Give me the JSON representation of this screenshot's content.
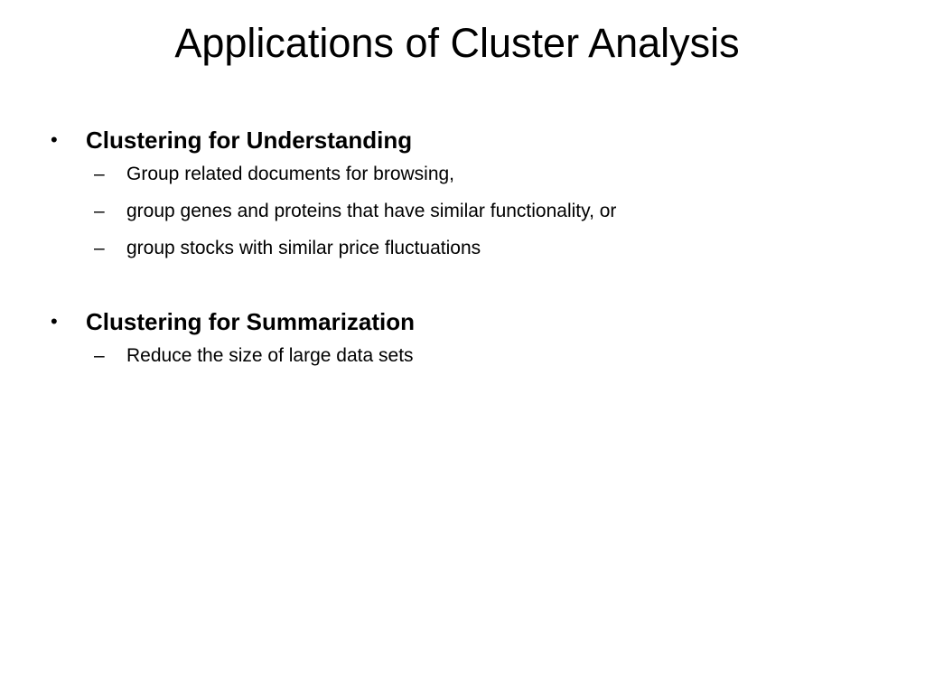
{
  "slide": {
    "title": "Applications of Cluster Analysis",
    "bullets": [
      {
        "marker": "•",
        "text": "Clustering for Understanding",
        "sub_items": [
          {
            "marker": "–",
            "text": "Group related documents for browsing,"
          },
          {
            "marker": "–",
            "text": "group genes and proteins that have similar functionality, or"
          },
          {
            "marker": "–",
            "text": "group stocks with similar price fluctuations"
          }
        ]
      },
      {
        "marker": "•",
        "text": "Clustering for Summarization",
        "sub_items": [
          {
            "marker": "–",
            "text": "Reduce the size of large data sets"
          }
        ]
      }
    ]
  }
}
